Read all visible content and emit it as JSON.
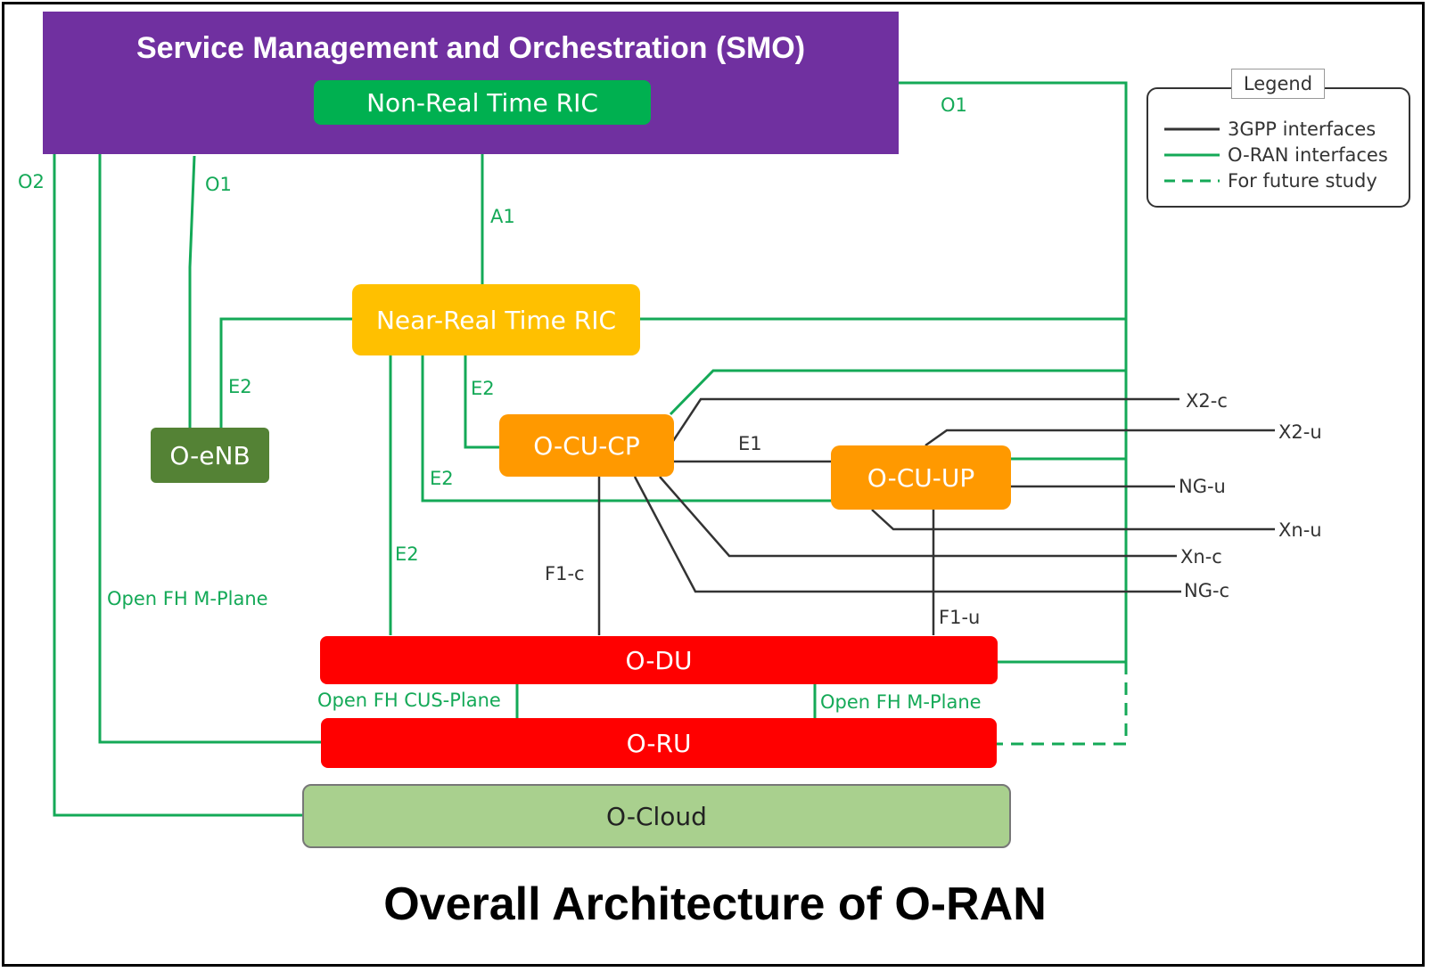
{
  "diagram": {
    "title": "Overall Architecture of O-RAN",
    "nodes": {
      "smo": "Service Management and Orchestration (SMO)",
      "non_rt_ric": "Non-Real Time RIC",
      "near_rt_ric": "Near-Real Time RIC",
      "oenb": "O-eNB",
      "ocu_cp": "O-CU-CP",
      "ocu_up": "O-CU-UP",
      "odu": "O-DU",
      "oru": "O-RU",
      "ocloud": "O-Cloud"
    },
    "interfaces": {
      "o1_top": "O1",
      "o1_left": "O1",
      "o2": "O2",
      "a1": "A1",
      "e2_oenb": "E2",
      "e2_cucp": "E2",
      "e2_cuup": "E2",
      "e2_du": "E2",
      "e1": "E1",
      "f1c": "F1-c",
      "f1u": "F1-u",
      "x2c": "X2-c",
      "x2u": "X2-u",
      "ngu": "NG-u",
      "xnu": "Xn-u",
      "xnc": "Xn-c",
      "ngc": "NG-c",
      "open_fh_m_left": "Open FH M-Plane",
      "open_fh_cus": "Open FH CUS-Plane",
      "open_fh_m_right": "Open FH M-Plane"
    },
    "legend": {
      "title": "Legend",
      "items": [
        {
          "label": "3GPP interfaces",
          "style": "solid",
          "color": "#333333"
        },
        {
          "label": "O-RAN interfaces",
          "style": "solid",
          "color": "#14a957"
        },
        {
          "label": "For future study",
          "style": "dashed",
          "color": "#14a957"
        }
      ]
    },
    "colors": {
      "smo": "#7030a0",
      "ric_green": "#00b050",
      "near_rt_ric": "#ffc000",
      "oenb": "#548235",
      "ocu": "#ff9900",
      "odu_oru": "#ff0000",
      "ocloud": "#a9d08e",
      "oran_line": "#14a957",
      "gpp_line": "#333333"
    }
  }
}
